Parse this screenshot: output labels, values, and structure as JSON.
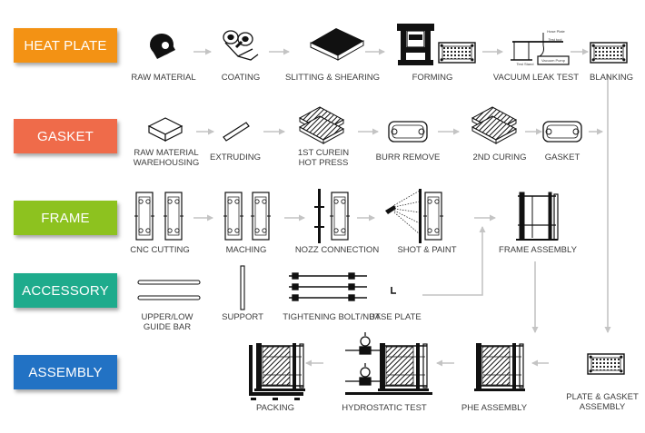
{
  "categories": {
    "heat_plate": {
      "label": "HEAT PLATE",
      "color": "#f39214"
    },
    "gasket": {
      "label": "GASKET",
      "color": "#ef6b4a"
    },
    "frame": {
      "label": "FRAME",
      "color": "#8dc21f"
    },
    "accessory": {
      "label": "ACCESSORY",
      "color": "#1eab8c"
    },
    "assembly": {
      "label": "ASSEMBLY",
      "color": "#2272c4"
    }
  },
  "steps": {
    "heat_plate": [
      "RAW MATERIAL",
      "COATING",
      "SLITTING & SHEARING",
      "FORMING",
      "VACUUM LEAK TEST",
      "BLANKING"
    ],
    "gasket": [
      [
        "RAW MATERIAL",
        "WAREHOUSING"
      ],
      "EXTRUDING",
      [
        "1ST CUREIN",
        "HOT PRESS"
      ],
      "BURR REMOVE",
      "2ND CURING",
      "GASKET"
    ],
    "frame": [
      "CNC CUTTING",
      "MACHING",
      "NOZZ CONNECTION",
      "SHOT & PAINT",
      "FRAME ASSEMBLY"
    ],
    "accessory": [
      [
        "UPPER/LOW",
        "GUIDE BAR"
      ],
      "SUPPORT",
      "TIGHTENING BOLT/NUT",
      "BASE PLATE"
    ],
    "assembly": [
      "PACKING",
      "HYDROSTATIC TEST",
      "PHE ASSEMBLY",
      [
        "PLATE & GASKET",
        "ASSEMBLY"
      ]
    ]
  },
  "vacuum_panel_text": {
    "top": "Hose Plate",
    "mid": "Test tool",
    "left": "Test Stand",
    "box": "Vacuum Pump"
  },
  "arrow_color": "#c4c4c4"
}
